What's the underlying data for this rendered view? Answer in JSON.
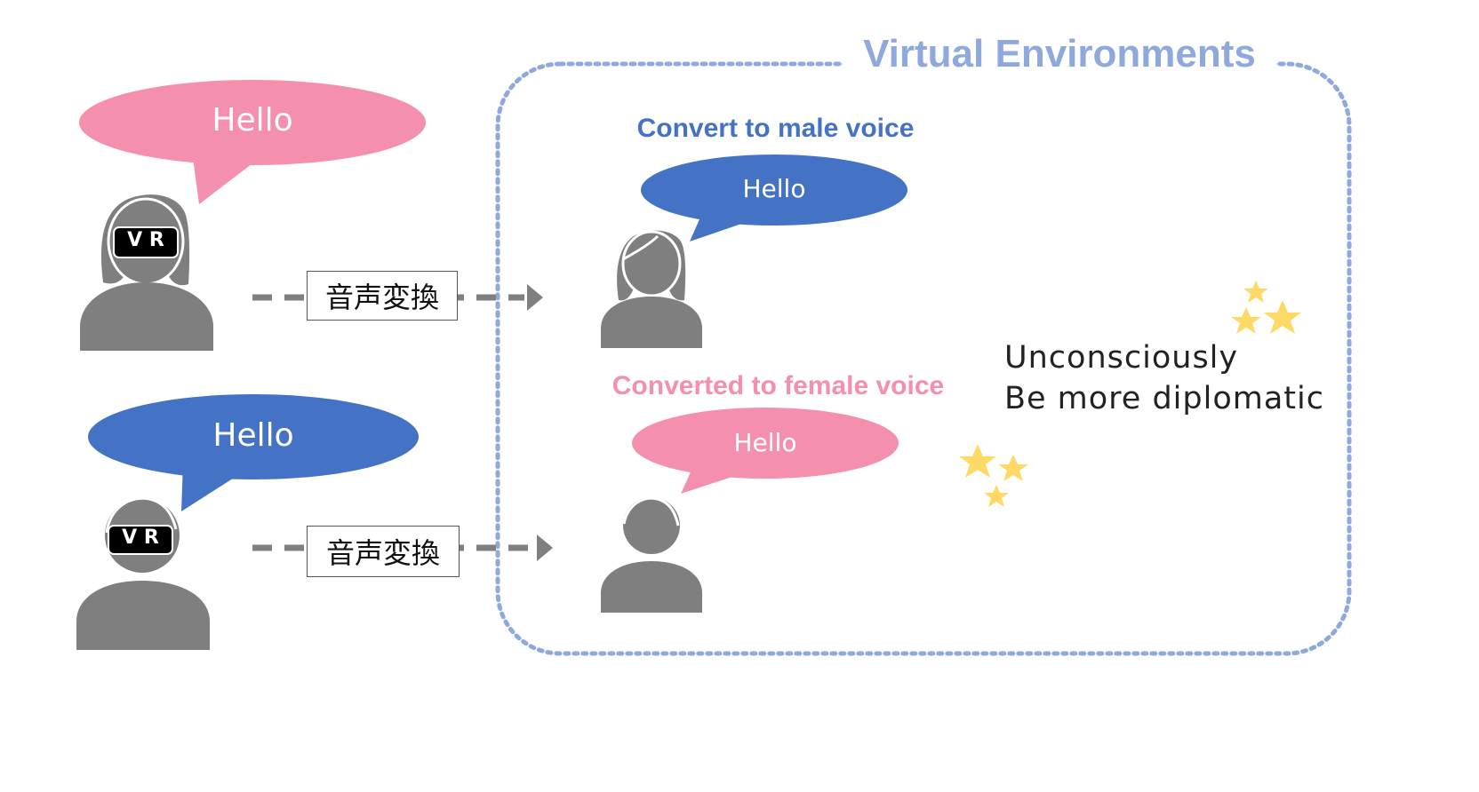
{
  "environment": {
    "title": "Virtual Environments"
  },
  "speakers": [
    {
      "id": "female-user",
      "headset_label": "V R",
      "speech": "Hello",
      "speech_color": "#f48fad"
    },
    {
      "id": "male-user",
      "headset_label": "V R",
      "speech": "Hello",
      "speech_color": "#4472c4"
    }
  ],
  "conversion": {
    "label_top": "音声変換",
    "label_bottom": "音声変換"
  },
  "avatars": [
    {
      "id": "female-avatar",
      "caption": "Convert to male voice",
      "caption_color": "#4472c4",
      "speech": "Hello",
      "speech_color": "#4472c4"
    },
    {
      "id": "male-avatar",
      "caption": "Converted to female voice",
      "caption_color": "#f48fad",
      "speech": "Hello",
      "speech_color": "#f48fad"
    }
  ],
  "note": {
    "line1": "Unconsciously",
    "line2": "Be more diplomatic"
  },
  "colors": {
    "person": "#7f7f7f",
    "pink": "#f48fad",
    "blue": "#4472c4",
    "dotted_border": "#8fa9dc",
    "star": "#ffd966",
    "arrow": "#7f7f7f"
  }
}
